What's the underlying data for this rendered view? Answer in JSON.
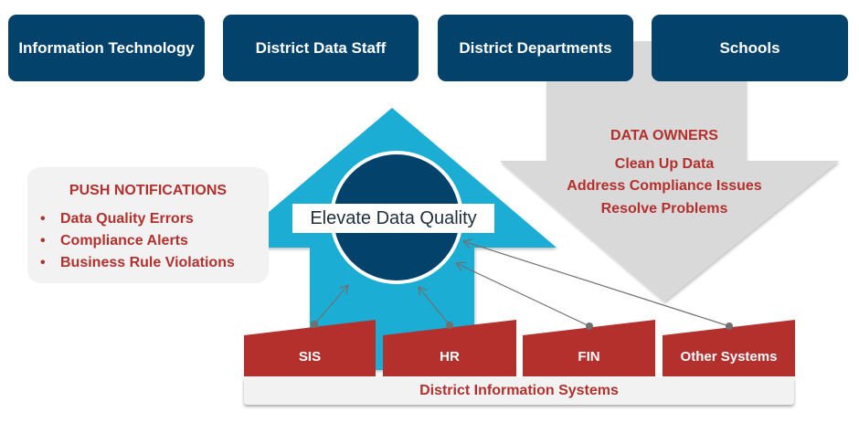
{
  "top_boxes": [
    {
      "label": "Information Technology"
    },
    {
      "label": "District Data Staff"
    },
    {
      "label": "District Departments"
    },
    {
      "label": "Schools"
    }
  ],
  "push_notifications": {
    "title": "PUSH NOTIFICATIONS",
    "bullet": "•",
    "items": [
      "Data Quality Errors",
      "Compliance Alerts",
      "Business Rule Violations"
    ]
  },
  "data_owners": {
    "title": "DATA OWNERS",
    "lines": [
      "Clean Up Data",
      "Address Compliance Issues",
      "Resolve Problems"
    ]
  },
  "center": {
    "label": "Elevate Data Quality"
  },
  "systems": [
    {
      "label": "SIS"
    },
    {
      "label": "HR"
    },
    {
      "label": "FIN"
    },
    {
      "label": "Other Systems"
    }
  ],
  "systems_base": {
    "label": "District Information Systems"
  },
  "colors": {
    "navy": "#03426a",
    "blue_arrow": "#1eadd4",
    "gray_arrow": "#d9d9d9",
    "red": "#b3302d",
    "panel": "#f2f2f2",
    "connector": "#707070"
  }
}
